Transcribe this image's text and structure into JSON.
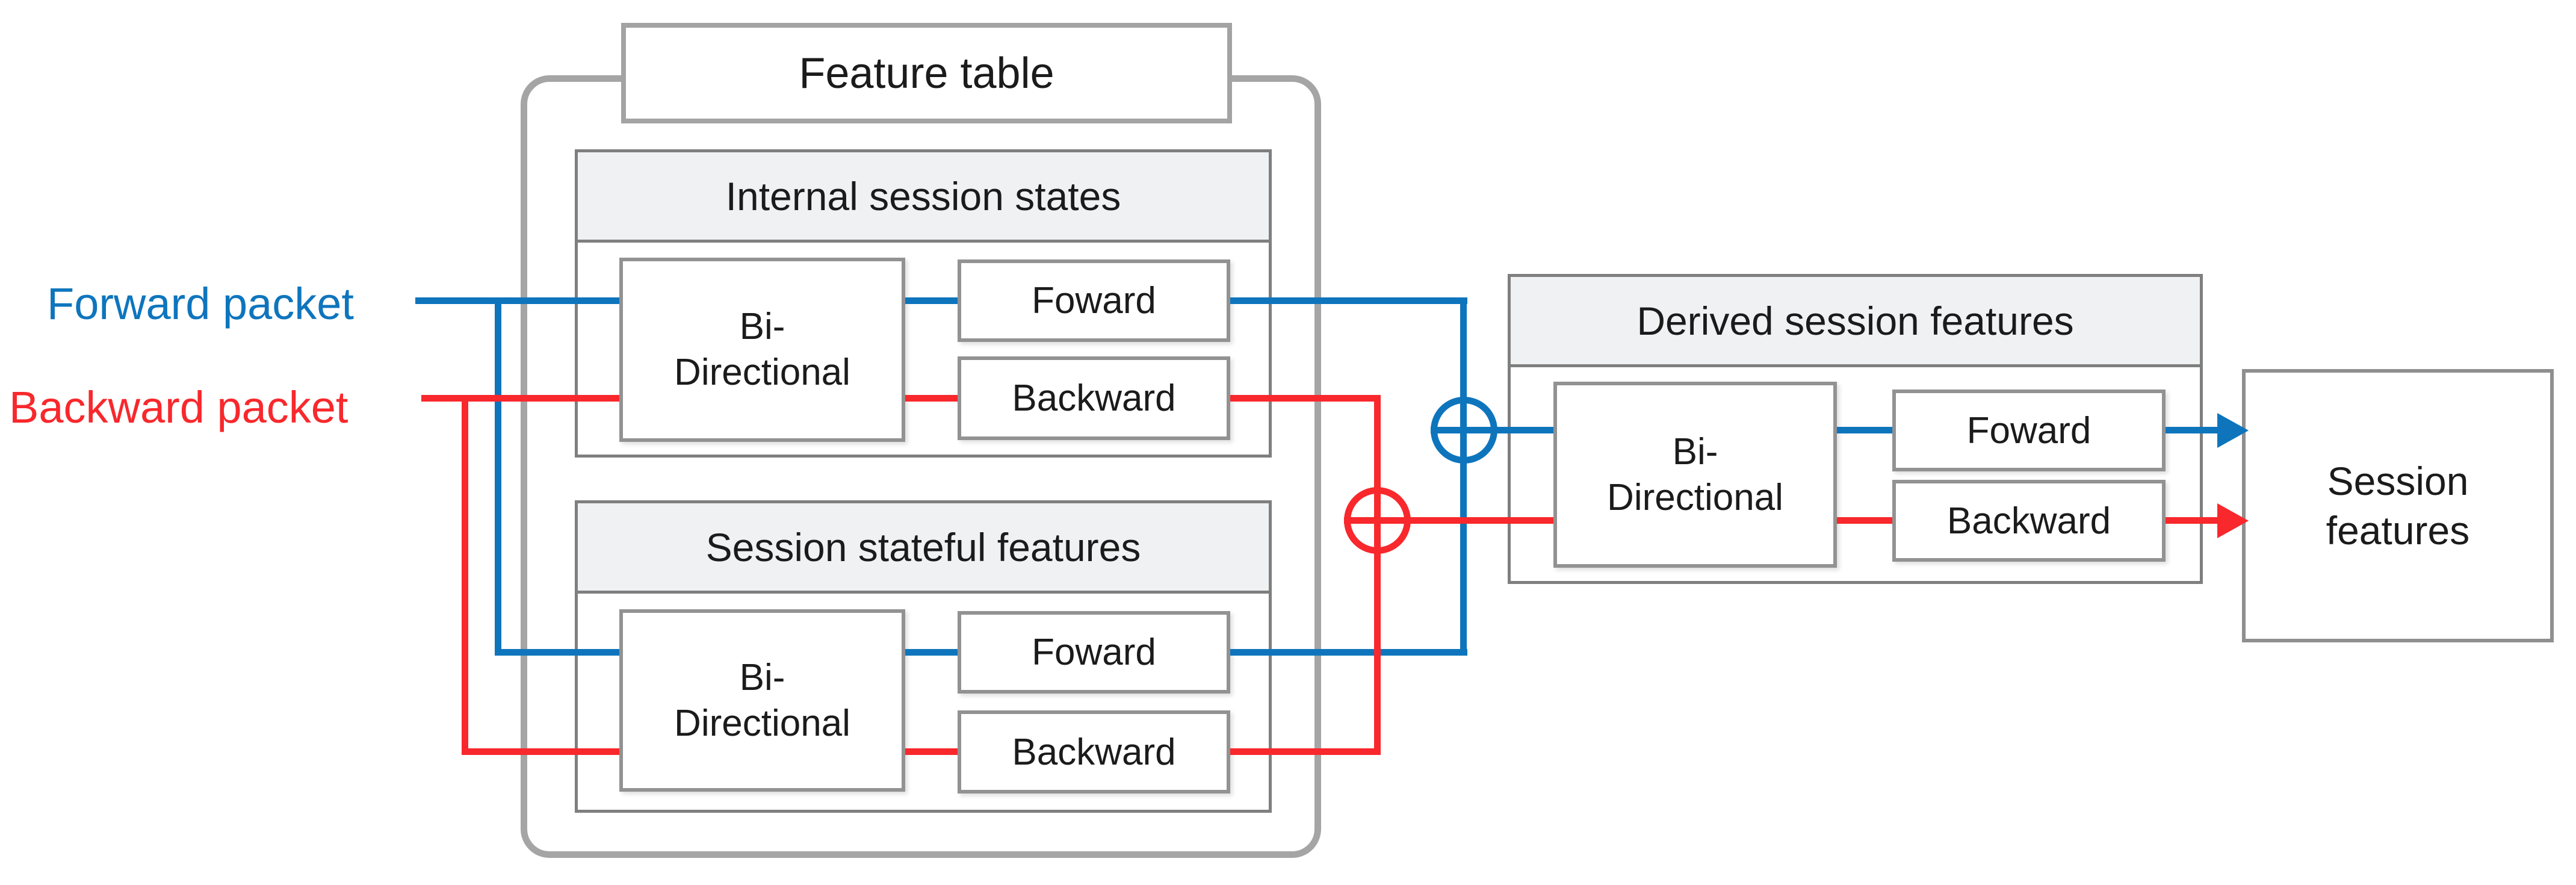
{
  "palette": {
    "blue": "#0e75bd",
    "red": "#f8282c",
    "container_border": "#a5a5a5",
    "section_border": "#7f7f7f",
    "box_border": "#929292",
    "header_fill": "#f0f1f2",
    "text_color": "#1b1b1b"
  },
  "legend": {
    "forward": "Forward packet",
    "backward": "Backward packet"
  },
  "feature_table": {
    "title": "Feature table",
    "internal": {
      "header": "Internal session states",
      "bidirectional": "Bi-Directional",
      "forward": "Foward",
      "backward": "Backward"
    },
    "stateful": {
      "header": "Session stateful features",
      "bidirectional": "Bi-Directional",
      "forward": "Foward",
      "backward": "Backward"
    }
  },
  "derived": {
    "header": "Derived session features",
    "bidirectional": "Bi-Directional",
    "forward": "Foward",
    "backward": "Backward"
  },
  "output": {
    "label": "Session features"
  },
  "operators": {
    "blue_merge": "circle-plus",
    "red_merge": "circle-plus"
  }
}
